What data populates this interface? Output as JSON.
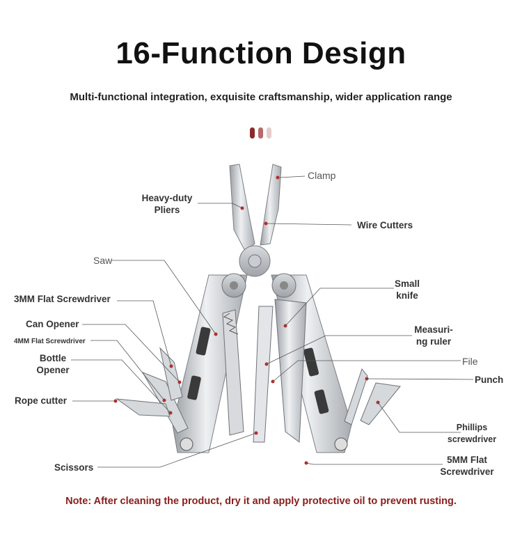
{
  "title": "16-Function Design",
  "subtitle": "Multi-functional integration, exquisite craftsmanship, wider application range",
  "colors": {
    "dot_1": "#8b2a2a",
    "dot_2": "#b86a6a",
    "dot_3": "#e2cccc",
    "note": "#8a1c1c"
  },
  "labels": {
    "clamp": "Clamp",
    "pliers_1": "Heavy-duty",
    "pliers_2": "Pliers",
    "wire_cutters": "Wire Cutters",
    "saw": "Saw",
    "small_knife_1": "Small",
    "small_knife_2": "knife",
    "flat_3mm": "3MM Flat Screwdriver",
    "can_opener": "Can Opener",
    "flat_4mm": "4MM Flat Screwdriver",
    "measuring_1": "Measuri-",
    "measuring_2": "ng ruler",
    "bottle_1": "Bottle",
    "bottle_2": "Opener",
    "file": "File",
    "punch": "Punch",
    "rope_cutter": "Rope cutter",
    "phillips_1": "Phillips",
    "phillips_2": "screwdriver",
    "scissors": "Scissors",
    "flat_5mm_1": "5MM Flat",
    "flat_5mm_2": "Screwdriver"
  },
  "note": "Note: After cleaning the product, dry it and apply protective oil to prevent rusting."
}
